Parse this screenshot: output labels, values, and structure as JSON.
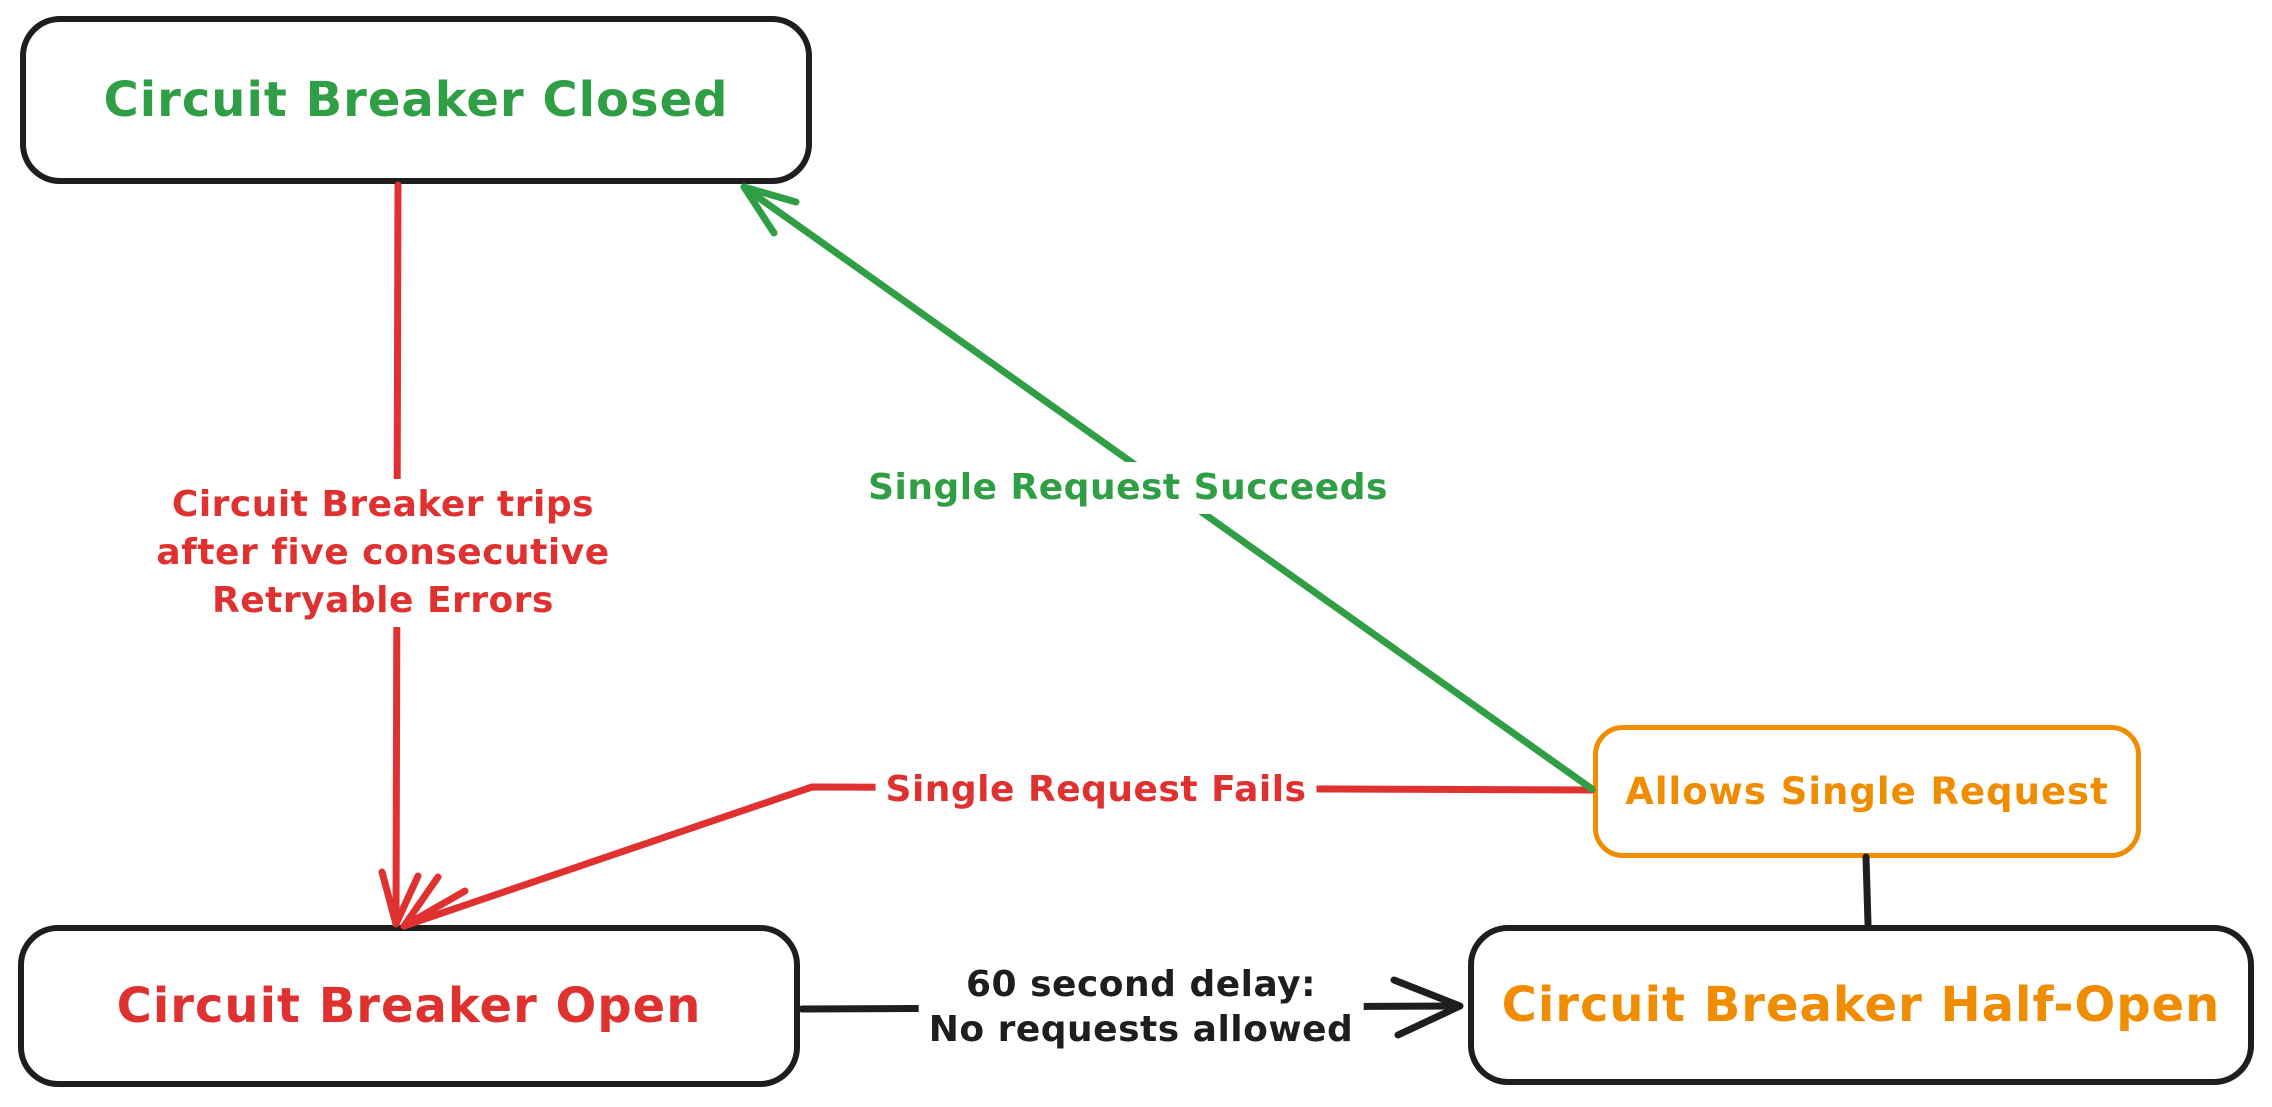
{
  "nodes": {
    "closed": {
      "label": "Circuit Breaker Closed"
    },
    "open": {
      "label": "Circuit Breaker Open"
    },
    "half_open": {
      "label": "Circuit Breaker Half-Open"
    },
    "allows": {
      "label": "Allows Single Request"
    }
  },
  "edges": {
    "trips": {
      "from": "closed",
      "to": "open",
      "lines": [
        "Circuit Breaker trips",
        "after five consecutive",
        "Retryable Errors"
      ]
    },
    "succeeds": {
      "from": "allows",
      "to": "closed",
      "label": "Single Request Succeeds"
    },
    "fails": {
      "from": "allows",
      "to": "open",
      "label": "Single Request Fails"
    },
    "delay": {
      "from": "open",
      "to": "half_open",
      "lines": [
        "60 second delay:",
        "No requests allowed"
      ]
    },
    "allows_connector": {
      "from": "allows",
      "to": "half_open",
      "label": ""
    }
  },
  "colors": {
    "green": "#2f9e44",
    "red": "#e03131",
    "orange": "#f08c00",
    "ink": "#1e1e1e",
    "background": "#ffffff"
  }
}
